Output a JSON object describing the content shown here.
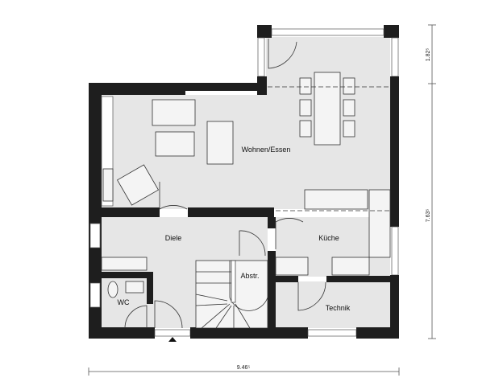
{
  "rooms": {
    "living": "Wohnen/Essen",
    "hall": "Diele",
    "kitchen": "Küche",
    "storage": "Abstr.",
    "wc": "WC",
    "utility": "Technik"
  },
  "dimensions": {
    "width": "9.46⁵",
    "depth_main": "7.63⁵",
    "depth_annex": "1.82⁵"
  }
}
